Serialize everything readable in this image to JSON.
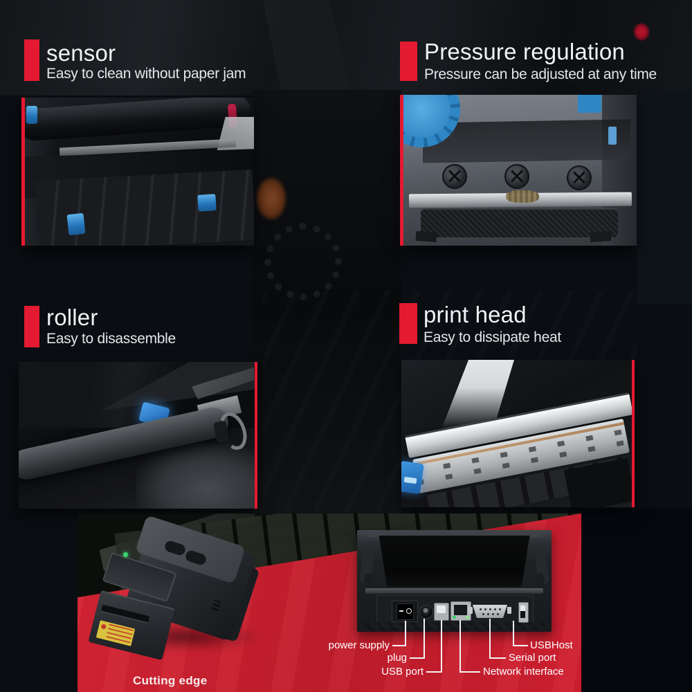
{
  "meta": {
    "type": "printer-feature-infographic",
    "accent_red": "#e31a31",
    "desk_red": "#d01f30",
    "background": "#0a0d11"
  },
  "features": [
    {
      "title": "sensor",
      "subtitle": "Easy to clean without paper jam"
    },
    {
      "title": "Pressure regulation",
      "subtitle": "Pressure can be adjusted at any time"
    },
    {
      "title": "roller",
      "subtitle": "Easy to disassemble"
    },
    {
      "title": "print head",
      "subtitle": "Easy to dissipate heat"
    }
  ],
  "rear_panel": {
    "labels": {
      "power_supply": "power supply",
      "plug": "plug",
      "usb_port": "USB port",
      "network_interface": "Network interface",
      "serial_port": "Serial port",
      "usb_host": "USBHost"
    }
  },
  "printer": {
    "cutting_edge_label": "Cutting edge"
  }
}
